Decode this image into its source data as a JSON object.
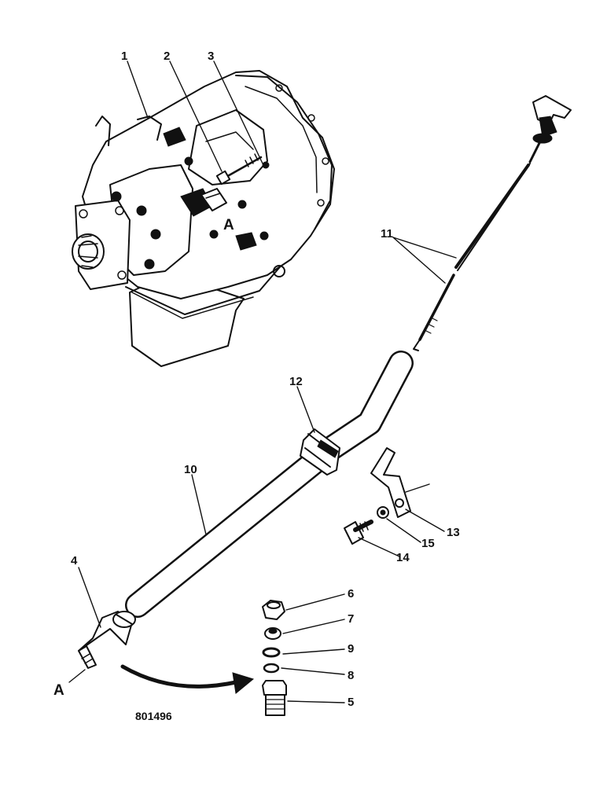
{
  "callouts": {
    "c1": "1",
    "c2": "2",
    "c3": "3",
    "c4": "4",
    "c5": "5",
    "c6": "6",
    "c7": "7",
    "c8": "8",
    "c9": "9",
    "c10": "10",
    "c11": "11",
    "c12": "12",
    "c13": "13",
    "c14": "14",
    "c15": "15"
  },
  "refs": {
    "a_on_gearbox": "A",
    "a_on_fitting": "A"
  },
  "drawing_number": "801496",
  "colors": {
    "ink": "#111111",
    "paper": "#ffffff"
  }
}
